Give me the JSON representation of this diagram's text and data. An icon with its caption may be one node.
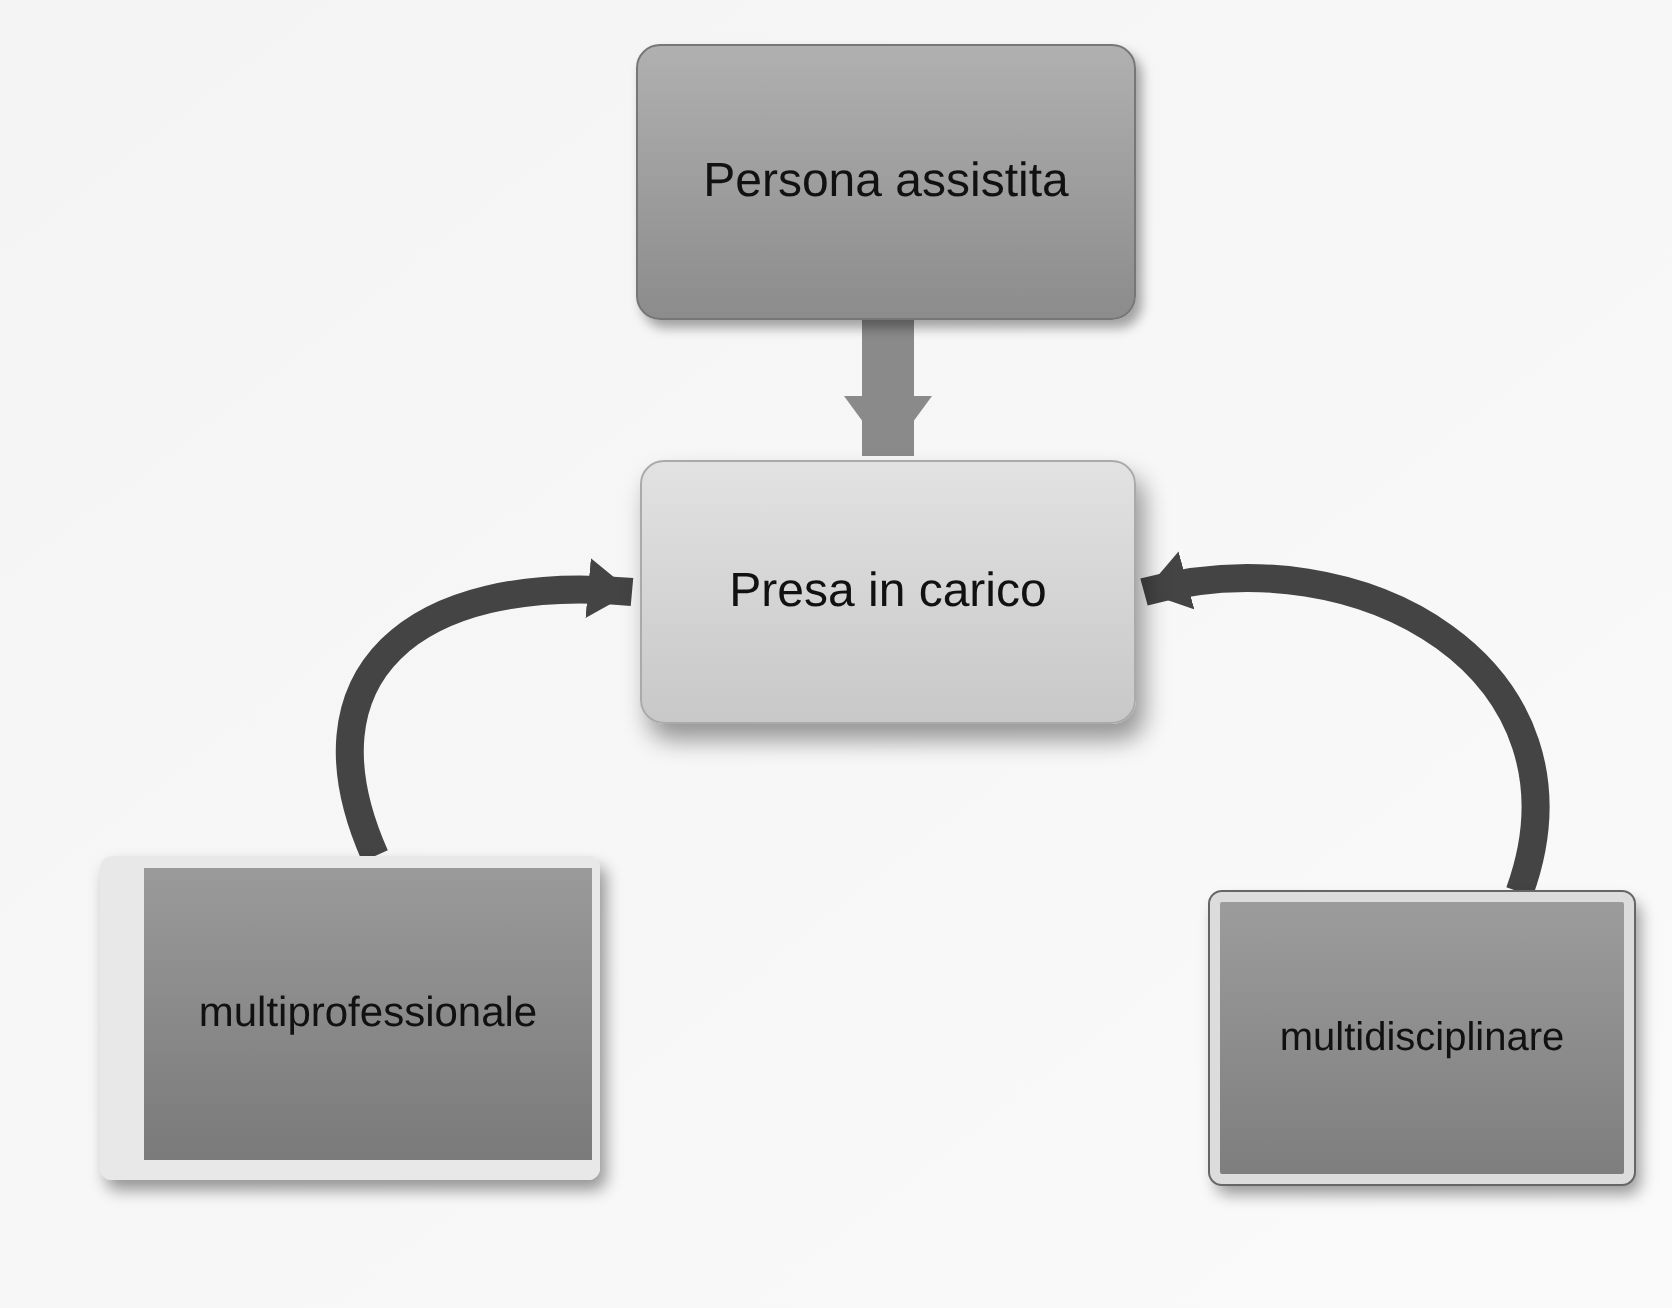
{
  "diagram": {
    "nodes": [
      {
        "text": [
          "Persona assistita"
        ]
      },
      {
        "text": [
          "Presa in carico"
        ]
      },
      {
        "text": [
          "multiprofessionale"
        ]
      },
      {
        "text": [
          "multidisciplinare"
        ]
      }
    ],
    "edges": [
      {
        "from": 0,
        "to": 1,
        "arrow": "to",
        "style": "thick",
        "color": "#8a8a8a"
      },
      {
        "from": 2,
        "to": 1,
        "arrow": "to"
      },
      {
        "from": 3,
        "to": 1,
        "arrow": "to"
      }
    ]
  }
}
